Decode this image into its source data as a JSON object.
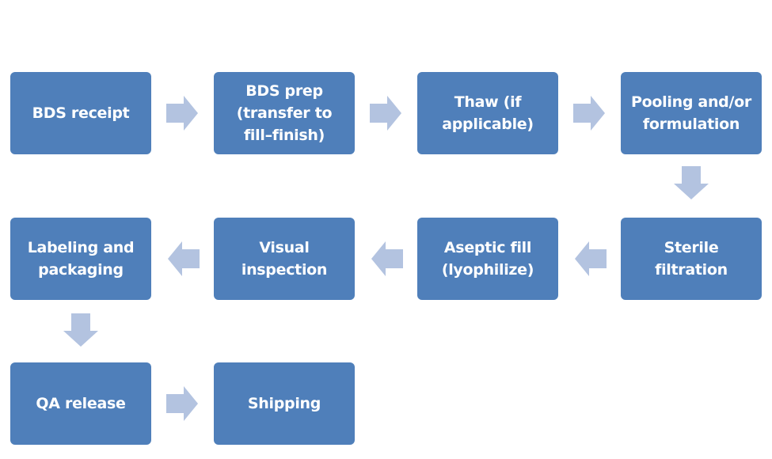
{
  "diagram": {
    "steps": [
      "BDS receipt",
      "BDS prep\n(transfer to\nfill–finish)",
      "Thaw (if\napplicable)",
      "Pooling and/or\nformulation",
      "Sterile\nfiltration",
      "Aseptic fill\n(lyophilize)",
      "Visual\ninspection",
      "Labeling and\npackaging",
      "QA release",
      "Shipping"
    ],
    "colors": {
      "box": "#4f7fba",
      "arrow": "#b3c3e0",
      "text": "#ffffff"
    }
  }
}
